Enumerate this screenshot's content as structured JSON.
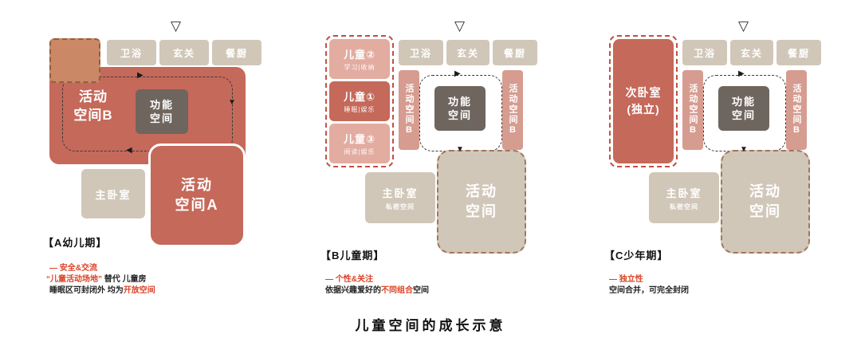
{
  "title": "儿童空间的成长示意",
  "icons": {
    "marker": "▽",
    "arrow_right": "▶",
    "arrow_down": "▼",
    "arrow_left": "◀"
  },
  "colors": {
    "red": "#c5695a",
    "pink": "#e3aca1",
    "strip_pink": "#d69c90",
    "beige": "#d1c7b9",
    "dark": "#6e655e",
    "corner_tan": "#cb8866",
    "dashed_red": "#c34f44",
    "dashed_brown": "#a4765a",
    "note_red": "#dc4227"
  },
  "panels": {
    "a": {
      "caption": "【A幼儿期】",
      "rooms": {
        "bath": "卫浴",
        "entry": "玄关",
        "kitchen": "餐厨"
      },
      "activity_b": {
        "line1": "活动",
        "line2": "空间B"
      },
      "function": {
        "line1": "功能",
        "line2": "空间"
      },
      "master": "主卧室",
      "activity_a": {
        "line1": "活动",
        "line2": "空间A"
      },
      "notes": {
        "line1": "— 安全&交流",
        "line2_red": "“儿童活动场地”",
        "line2_black": "替代 儿童房",
        "line3_black": "睡眠区可封闭外 均为",
        "line3_red": "开放空间"
      }
    },
    "b": {
      "caption": "【B儿童期】",
      "rooms": {
        "bath": "卫浴",
        "entry": "玄关",
        "kitchen": "餐厨"
      },
      "kids": [
        {
          "name": "儿童②",
          "sub": "学习|收纳"
        },
        {
          "name": "儿童①",
          "sub": "睡眠|娱乐"
        },
        {
          "name": "儿童③",
          "sub": "阅读|娱乐"
        }
      ],
      "strip_left": "活动空间B",
      "strip_right": "活动空间B",
      "function": {
        "line1": "功能",
        "line2": "空间"
      },
      "master": "主卧室",
      "master_sub": "私密空间",
      "activity": {
        "line1": "活动",
        "line2": "空间"
      },
      "notes": {
        "line1": "— 个性&关注",
        "line2_black1": "依据兴趣爱好的",
        "line2_red": "不同组合",
        "line2_black2": "空间"
      }
    },
    "c": {
      "caption": "【C少年期】",
      "rooms": {
        "bath": "卫浴",
        "entry": "玄关",
        "kitchen": "餐厨"
      },
      "secondary": {
        "line1": "次卧室",
        "line2": "(独立)"
      },
      "strip_left": "活动空间B",
      "strip_right": "活动空间B",
      "function": {
        "line1": "功能",
        "line2": "空间"
      },
      "master": "主卧室",
      "master_sub": "私密空间",
      "activity": {
        "line1": "活动",
        "line2": "空间"
      },
      "notes": {
        "line1": "— 独立性",
        "line2": "空间合并，可完全封闭"
      }
    }
  }
}
